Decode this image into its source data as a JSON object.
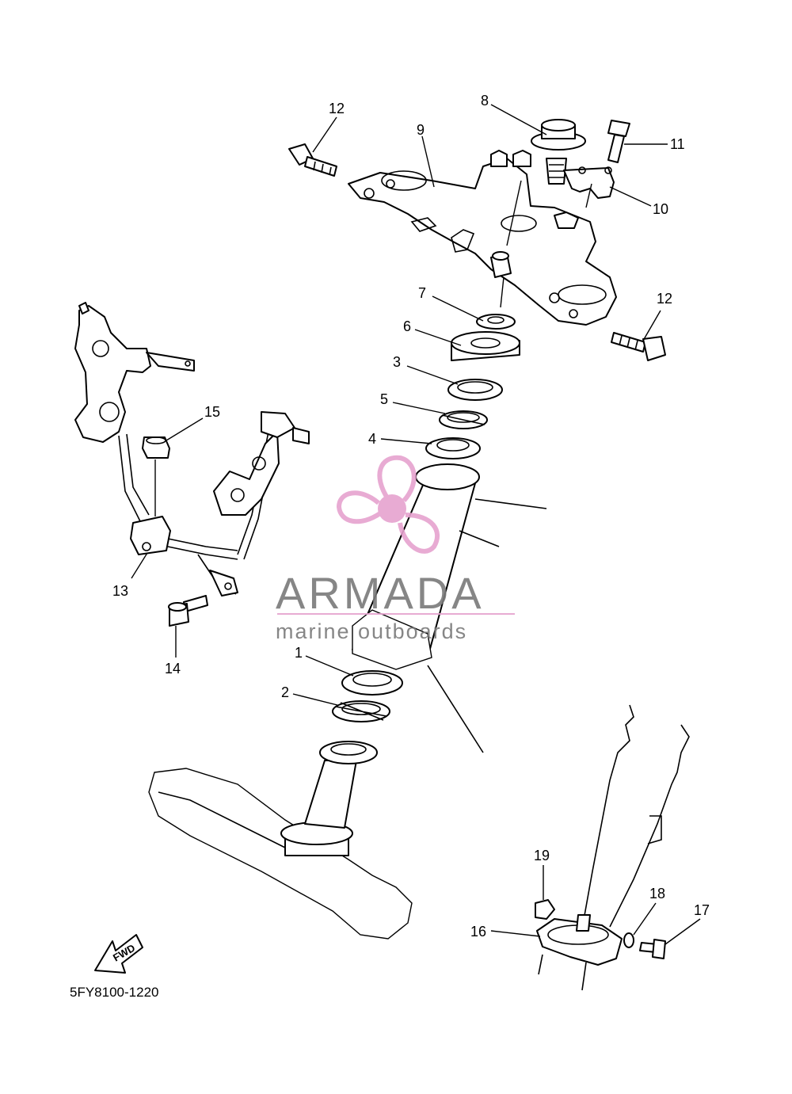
{
  "diagram": {
    "code": "5FY8100-1220",
    "fwd_label": "FWD",
    "callouts": {
      "c1": "1",
      "c2": "2",
      "c3": "3",
      "c4": "4",
      "c5": "5",
      "c6": "6",
      "c7": "7",
      "c8": "8",
      "c9": "9",
      "c10": "10",
      "c11": "11",
      "c12a": "12",
      "c12b": "12",
      "c13": "13",
      "c14": "14",
      "c15": "15",
      "c16": "16",
      "c17": "17",
      "c18": "18",
      "c19": "19"
    }
  },
  "watermark": {
    "title": "ARMADA",
    "subtitle": "marine outboards",
    "accent_color": "#e6a3cf",
    "text_color": "#7a7a7a"
  }
}
